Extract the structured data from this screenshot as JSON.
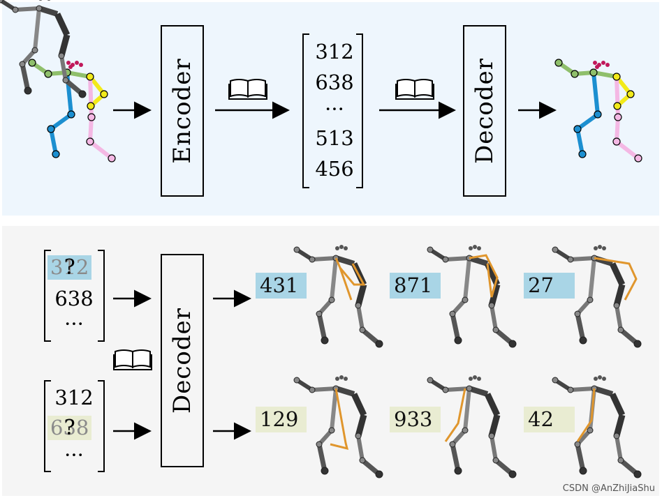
{
  "top": {
    "encoder_label": "Encoder",
    "decoder_label": "Decoder",
    "codes": [
      "312",
      "638",
      "···",
      "513",
      "456"
    ]
  },
  "bottom": {
    "decoder_label": "Decoder",
    "query1": {
      "masked": "312",
      "mask": "?",
      "next": "638",
      "dots": "···"
    },
    "query2": {
      "first": "312",
      "masked": "638",
      "mask": "?",
      "dots": "···"
    },
    "row1_tokens": [
      "431",
      "871",
      "27"
    ],
    "row2_tokens": [
      "129",
      "933",
      "42"
    ]
  },
  "colors": {
    "blue_highlight": "#a9d5e6",
    "khaki_highlight": "#e9ecd2",
    "skeleton_green": "#8fbf6b",
    "skeleton_blue": "#1c8fd0",
    "skeleton_pink": "#f4b8e4",
    "skeleton_yellow": "#f2ea1a",
    "skeleton_orange": "#e0962d"
  },
  "icons": [
    "codebook-icon"
  ],
  "watermark": "CSDN @AnZhiJiaShu"
}
